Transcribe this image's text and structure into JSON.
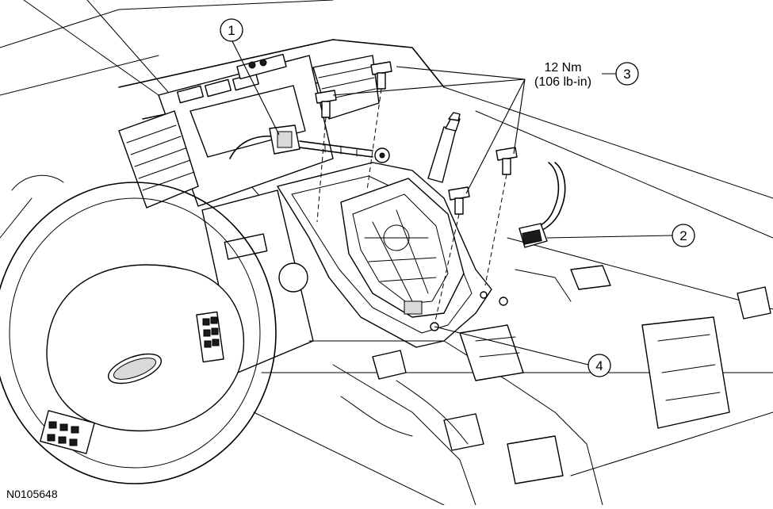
{
  "callouts": [
    {
      "id": "1",
      "label": "1"
    },
    {
      "id": "2",
      "label": "2"
    },
    {
      "id": "3",
      "label": "3"
    },
    {
      "id": "4",
      "label": "4"
    }
  ],
  "torque": {
    "line1": "12 Nm",
    "line2": "(106 lb-in)"
  },
  "figure_id": "N0105648"
}
